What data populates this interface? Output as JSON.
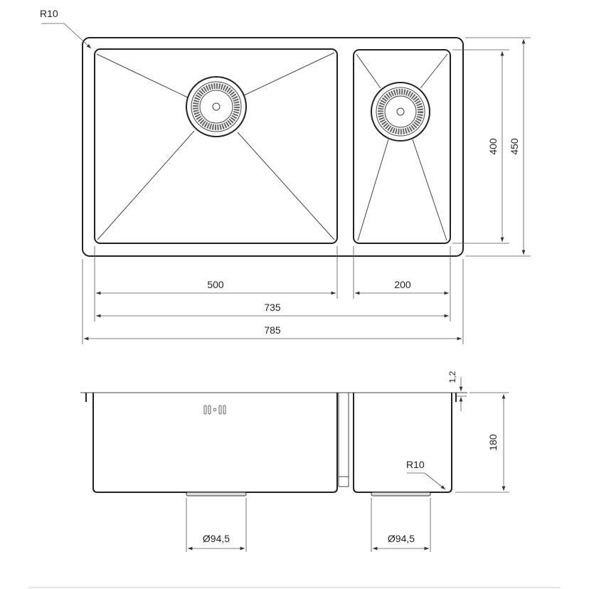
{
  "top_view": {
    "corner_radius_label": "R10",
    "dimensions": {
      "left_bowl_width": "500",
      "right_bowl_width": "200",
      "inner_total_width": "735",
      "overall_width": "785",
      "inner_depth": "400",
      "overall_depth": "450"
    }
  },
  "side_view": {
    "thickness_label": "1,2",
    "bowl_height": "180",
    "corner_radius_label": "R10",
    "left_drain_diameter": "Ø94,5",
    "right_drain_diameter": "Ø94,5"
  },
  "colors": {
    "line": "#222222",
    "background": "#ffffff"
  }
}
